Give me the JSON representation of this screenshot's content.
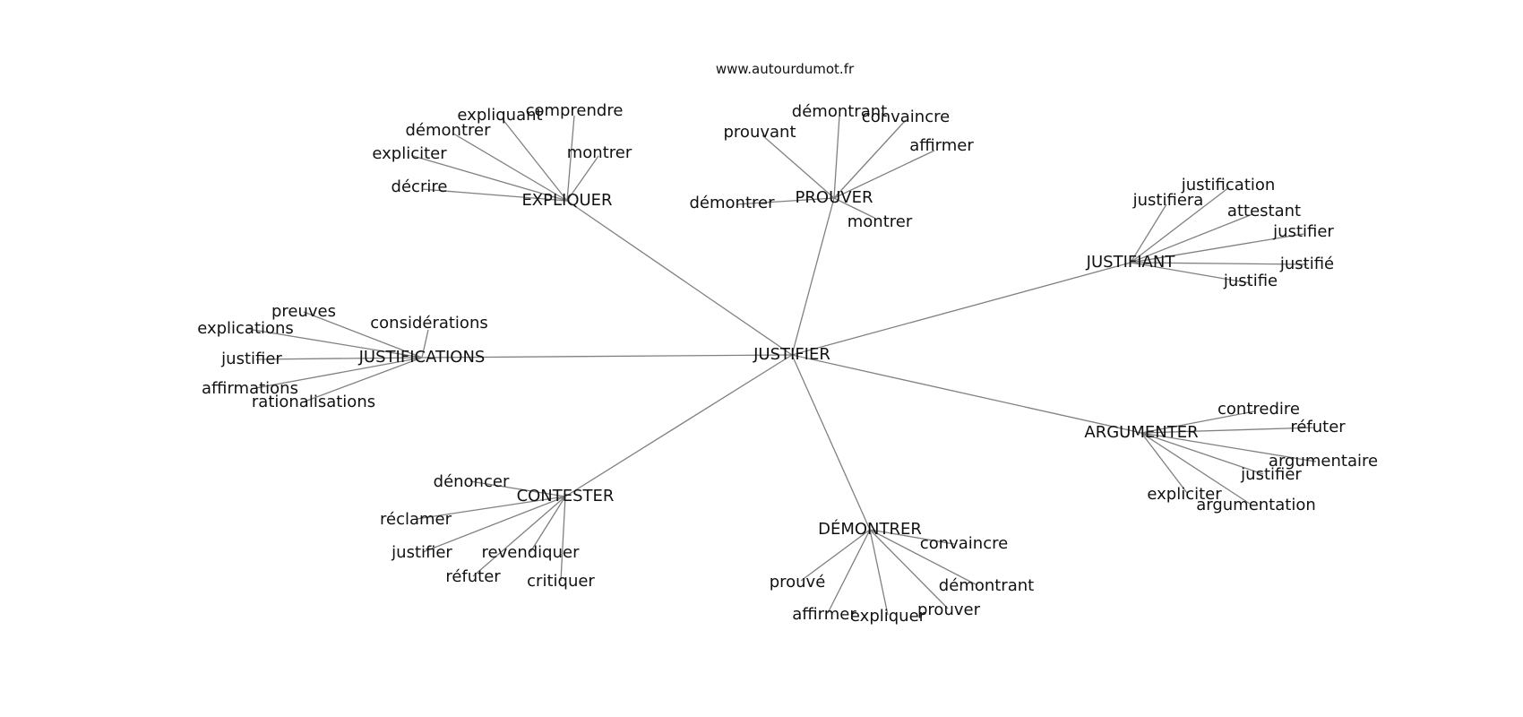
{
  "source": "www.autourdumot.fr",
  "center": "JUSTIFIER",
  "groups": [
    {
      "hub": "EXPLIQUER",
      "words": [
        "expliquant",
        "comprendre",
        "démontrer",
        "montrer",
        "expliciter",
        "décrire"
      ]
    },
    {
      "hub": "PROUVER",
      "words": [
        "démontrant",
        "convaincre",
        "prouvant",
        "affirmer",
        "démontrer",
        "montrer"
      ]
    },
    {
      "hub": "JUSTIFIANT",
      "words": [
        "justification",
        "justifiera",
        "attestant",
        "justifier",
        "justifié",
        "justifie"
      ]
    },
    {
      "hub": "JUSTIFICATIONS",
      "words": [
        "preuves",
        "considérations",
        "explications",
        "justifier",
        "affirmations",
        "rationalisations"
      ]
    },
    {
      "hub": "ARGUMENTER",
      "words": [
        "contredire",
        "réfuter",
        "argumentaire",
        "justifier",
        "expliciter",
        "argumentation"
      ]
    },
    {
      "hub": "CONTESTER",
      "words": [
        "dénoncer",
        "réclamer",
        "justifier",
        "revendiquer",
        "réfuter",
        "critiquer"
      ]
    },
    {
      "hub": "DÉMONTRER",
      "words": [
        "convaincre",
        "prouvé",
        "démontrant",
        "affirmer",
        "expliquer",
        "prouver"
      ]
    }
  ]
}
